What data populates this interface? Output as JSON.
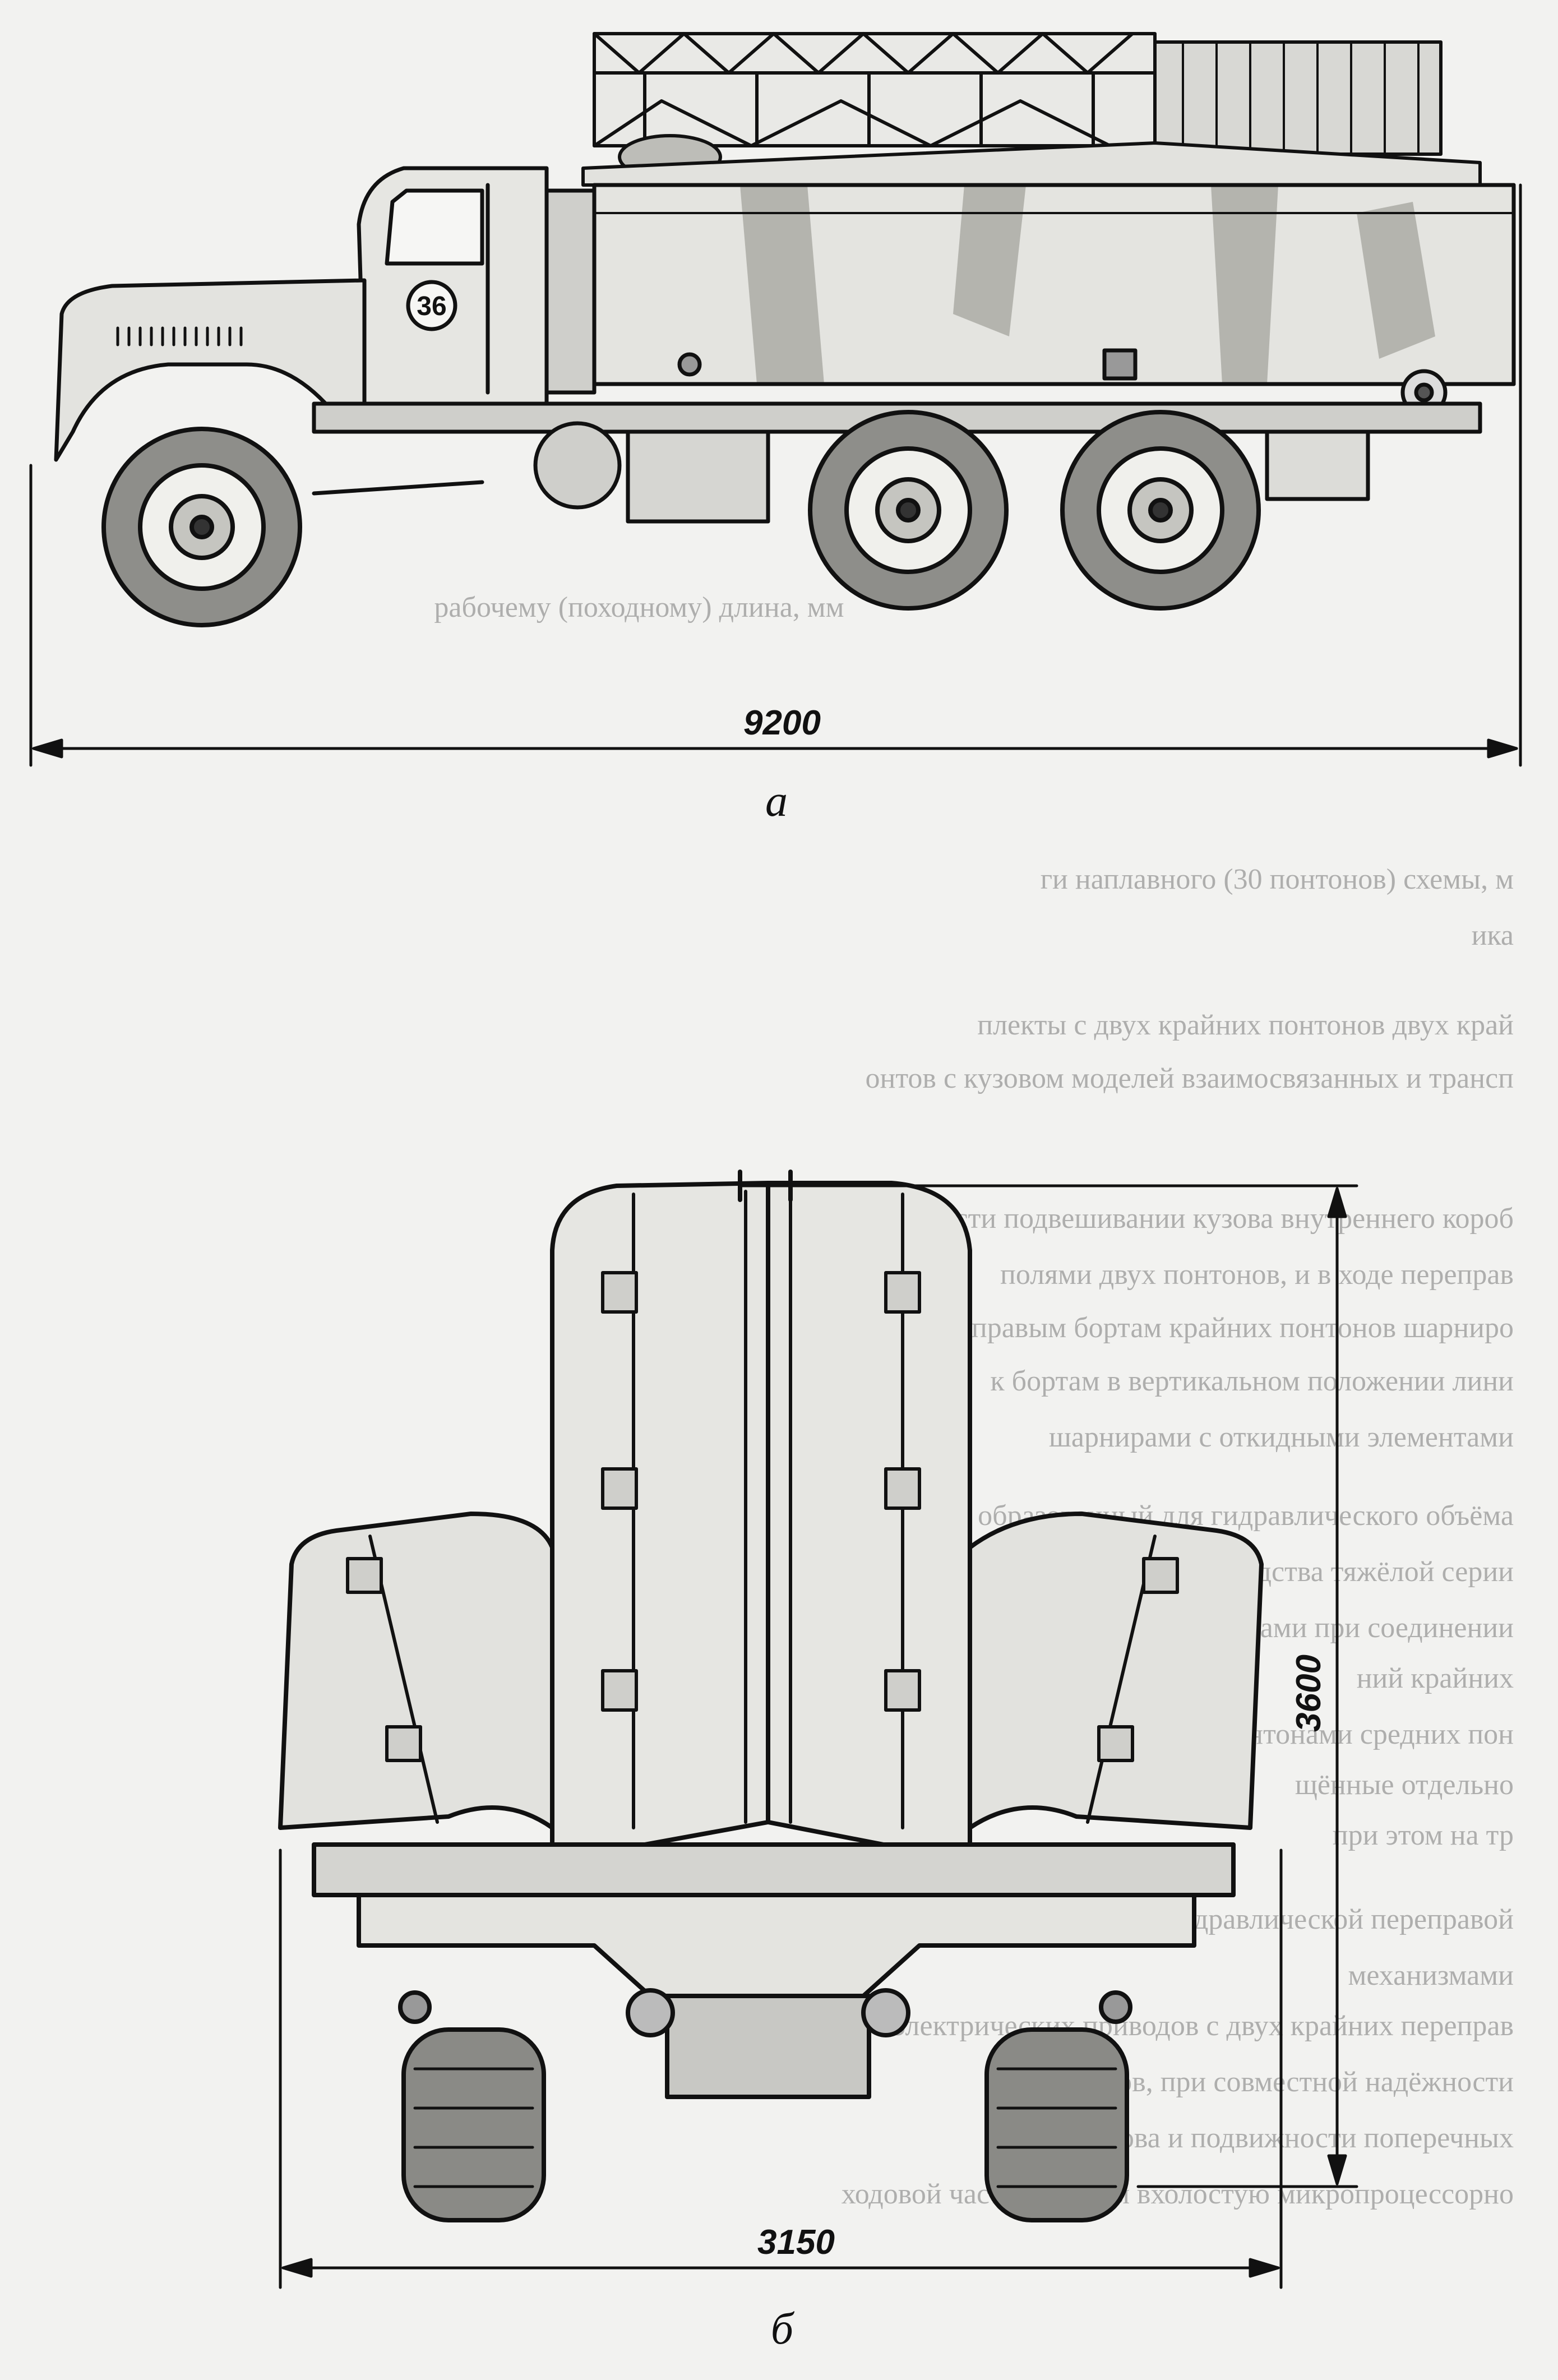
{
  "figure_a": {
    "dimension_length": "9200",
    "caption": "а",
    "cab_number": "36"
  },
  "figure_b": {
    "dimension_width": "3150",
    "dimension_height": "3600",
    "caption": "б"
  },
  "background_text": [
    "рабочему (походному) длина, мм",
    "ги наплавного (30 понтонов) схемы, м",
    "ика",
    "плекты с двух крайних понтонов двух край",
    "онтов с кузовом моделей взаимосвязанных и трансп",
    "той части подвешивании кузова внутреннего короб",
    "полями двух понтонов, и в ходе переправ",
    "тах к правым бортам крайних понтонов шарниро",
    "к бортам в вертикальном положении лини",
    "шарнирами с откидными элементами",
    "той. Тип образованный для гидравлического объёма",
    "части переправочно-десантной средства тяжёлой серии",
    "на поверхность воды понтонами при соединении",
    "ний крайних",
    "понтонами средних пон",
    "щённые отдельно",
    "при этом на тр",
    "гидравлической переправой",
    "механизмами",
    "электрических приводов с двух крайних переправ",
    "сил бортов, при совместной надёжности",
    "узлов кузова и подвижности поперечных",
    "ходовой части машины вхолостую микропроцессорно"
  ]
}
